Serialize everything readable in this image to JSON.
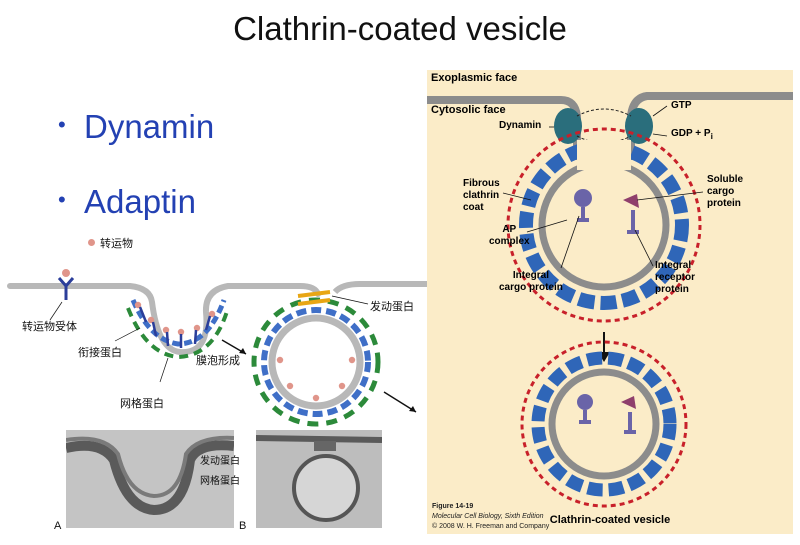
{
  "slide": {
    "title": "Clathrin-coated vesicle",
    "bullets": [
      "Dynamin",
      "Adaptin"
    ],
    "bullet_symbol": "•"
  },
  "left_diagram": {
    "legend": "转运物",
    "labels": {
      "receptor": "转运物受体",
      "adaptin": "衔接蛋白",
      "clathrin": "网格蛋白",
      "vesicle_forming": "膜泡形成",
      "dynamin": "发动蛋白"
    },
    "micrographs": {
      "a_letter": "A",
      "b_letter": "B",
      "b_label_dynamin": "发动蛋白",
      "b_label_clathrin": "网格蛋白"
    },
    "colors": {
      "cargo": "#e0958a",
      "adaptin": "#2b3e9a",
      "clathrin": "#2c8a3a",
      "membrane": "#b8b8b8",
      "dynamin": "#e8a614"
    }
  },
  "right_figure": {
    "labels": {
      "exoplasmic": "Exoplasmic face",
      "cytosolic": "Cytosolic face",
      "dynamin": "Dynamin",
      "gtp": "GTP",
      "gdp": "GDP + P",
      "gdp_sub": "i",
      "fibrous_1": "Fibrous",
      "fibrous_2": "clathrin",
      "fibrous_3": "coat",
      "soluble_1": "Soluble",
      "soluble_2": "cargo",
      "soluble_3": "protein",
      "ap_1": "AP",
      "ap_2": "complex",
      "integral_cargo_1": "Integral",
      "integral_cargo_2": "cargo protein",
      "integral_receptor_1": "Integral",
      "integral_receptor_2": "receptor",
      "integral_receptor_3": "protein",
      "vesicle": "Clathrin-coated vesicle"
    },
    "caption": {
      "figure": "Figure 14-19",
      "book": "Molecular Cell Biology, Sixth Edition",
      "copyright": "© 2008 W. H. Freeman and Company"
    },
    "colors": {
      "background": "#fbecc8",
      "membrane": "#8c8c8c",
      "ap_complex": "#2f66b8",
      "clathrin_coat": "#c8202a",
      "cargo_receptor": "#6a64a8",
      "soluble_cargo": "#8f3f6c"
    }
  }
}
